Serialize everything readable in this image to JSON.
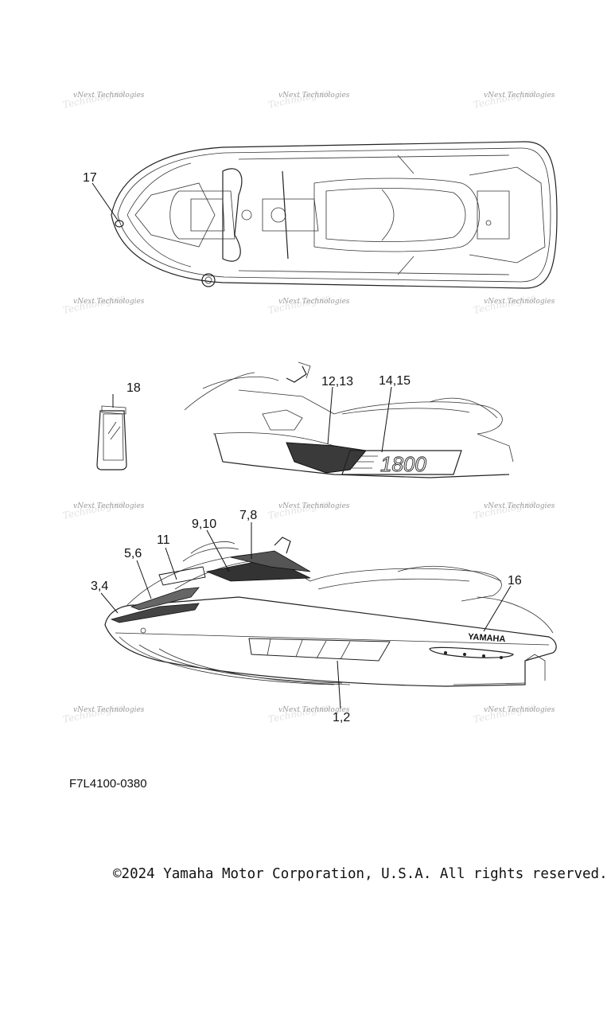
{
  "watermark_text": "vNext Technologies",
  "callouts": {
    "c17": "17",
    "c18": "18",
    "c12_13": "12,13",
    "c14_15": "14,15",
    "c7_8": "7,8",
    "c9_10": "9,10",
    "c11": "11",
    "c5_6": "5,6",
    "c3_4": "3,4",
    "c16": "16",
    "c1_2": "1,2"
  },
  "decal_text": {
    "brand": "YAMAHA",
    "model": "1800"
  },
  "diagram_code": "F7L4100-0380",
  "copyright": "©2024 Yamaha Motor Corporation, U.S.A. All rights reserved."
}
